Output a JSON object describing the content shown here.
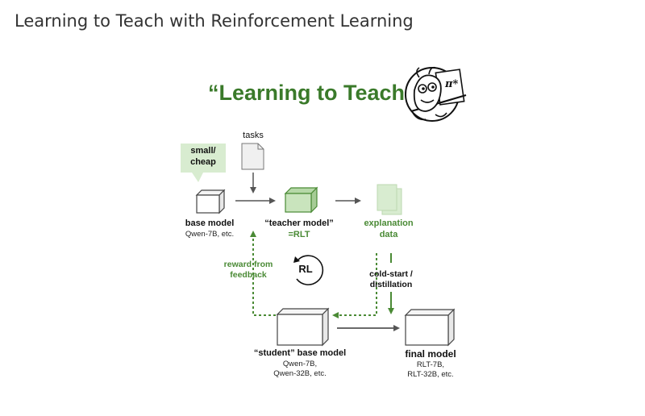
{
  "page": {
    "title": "Learning to Teach with Reinforcement Learning"
  },
  "diagram": {
    "title": "“Learning to Teach”",
    "callout": {
      "line1": "small/",
      "line2": "cheap"
    },
    "tasks": "tasks",
    "base_model": {
      "label": "base model",
      "sub": "Qwen-7B, etc."
    },
    "teacher_model": {
      "label": "“teacher model”",
      "sub": "=RLT"
    },
    "explanation": {
      "line1": "explanation",
      "line2": "data"
    },
    "reward": {
      "line1": "reward from",
      "line2": "feedback"
    },
    "rl": "RL",
    "cold_start": {
      "line1": "cold-start /",
      "line2": "distillation"
    },
    "student_model": {
      "label": "“student” base model",
      "sub1": "Qwen-7B,",
      "sub2": "Qwen-32B, etc."
    },
    "final_model": {
      "label": "final model",
      "sub1": "RLT-7B,",
      "sub2": "RLT-32B, etc."
    },
    "logo_symbol": "π*"
  },
  "colors": {
    "green": "#4a8a35",
    "light_green": "#d8ecd0",
    "gray": "#555555"
  }
}
